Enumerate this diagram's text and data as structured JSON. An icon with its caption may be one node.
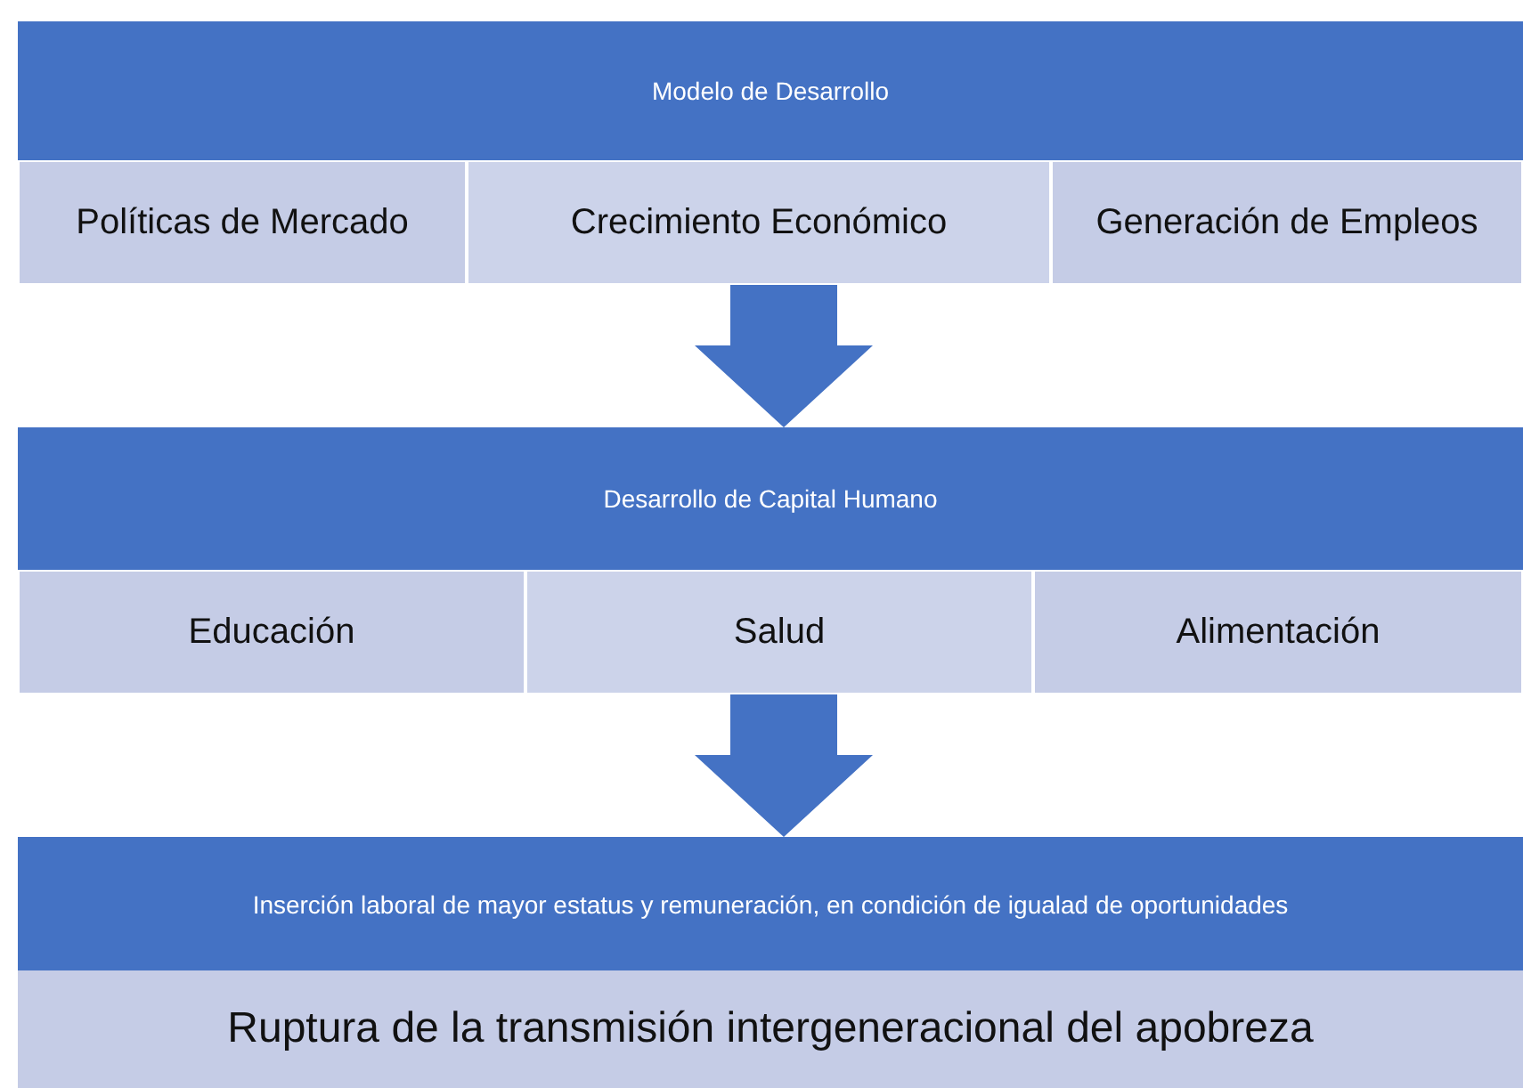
{
  "diagram": {
    "nodes": [
      {
        "text": [
          "Modelo de Desarrollo"
        ]
      },
      {
        "text": [
          "Políticas de Mercado"
        ]
      },
      {
        "text": [
          "Crecimiento Económico"
        ]
      },
      {
        "text": [
          "Generación de Empleos"
        ]
      },
      {
        "text": [
          "Desarrollo de Capital Humano"
        ]
      },
      {
        "text": [
          "Educación"
        ]
      },
      {
        "text": [
          "Salud"
        ]
      },
      {
        "text": [
          "Alimentación"
        ]
      },
      {
        "text": [
          "Inserción laboral de mayor estatus y remuneración, en condición de igualad de oportunidades"
        ]
      },
      {
        "text": [
          "Ruptura de la transmisión intergeneracional del apobreza"
        ]
      }
    ],
    "edges": [
      {
        "from": 2,
        "to": 4,
        "arrow": "to"
      },
      {
        "from": 6,
        "to": 8,
        "arrow": "to"
      }
    ]
  }
}
